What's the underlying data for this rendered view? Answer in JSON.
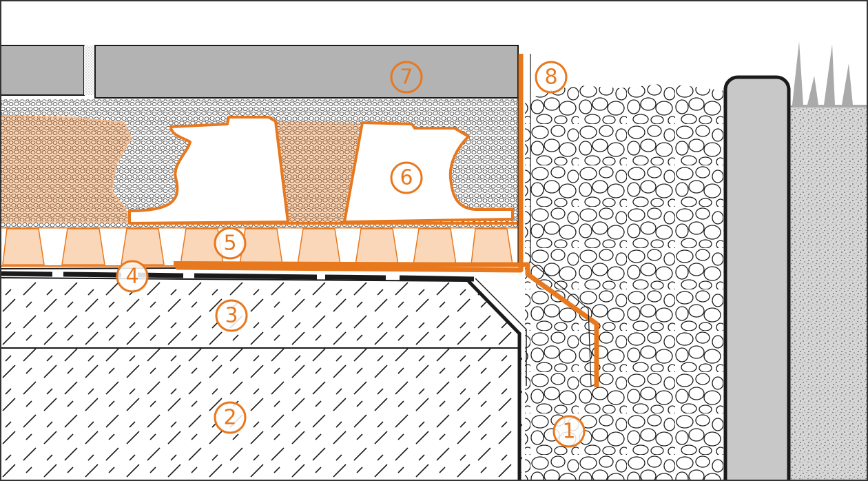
{
  "colors": {
    "accent": "#e8781e",
    "accent_light": "#f9d7b8",
    "tile_gray": "#b3b3b3",
    "post_gray": "#c8c8c8",
    "line": "#1a1a1a",
    "background": "#ffffff"
  },
  "callouts": [
    {
      "id": "c1",
      "label": "1"
    },
    {
      "id": "c2",
      "label": "2"
    },
    {
      "id": "c3",
      "label": "3"
    },
    {
      "id": "c4",
      "label": "4"
    },
    {
      "id": "c5",
      "label": "5"
    },
    {
      "id": "c6",
      "label": "6"
    },
    {
      "id": "c7",
      "label": "7"
    },
    {
      "id": "c8",
      "label": "8"
    }
  ]
}
